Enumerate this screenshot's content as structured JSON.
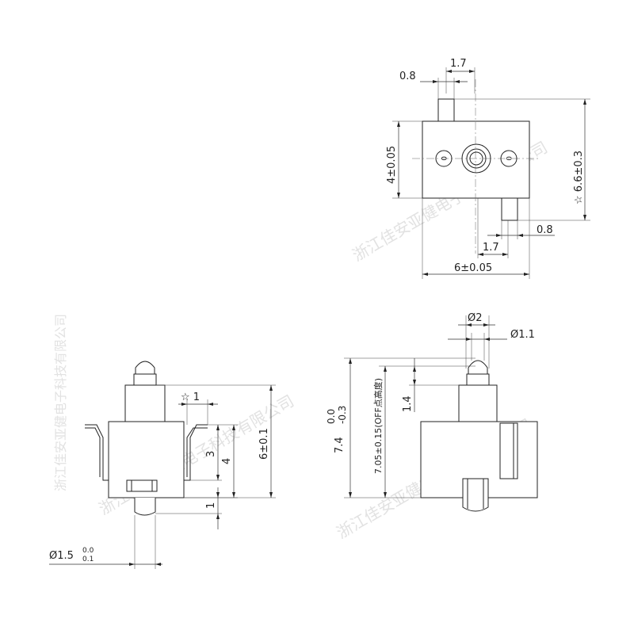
{
  "top_view": {
    "dim_width_top": "1.7",
    "dim_pin_top": "0.8",
    "dim_height_left": "4±0.05",
    "dim_total_right": "☆ 6.6±0.3",
    "dim_pin_bottom": "0.8",
    "dim_offset_bottom": "1.7",
    "dim_width_bottom": "6±0.05",
    "hole_mark_left": "0",
    "hole_mark_right": "0"
  },
  "side_view": {
    "dim_lead_gap": "☆ 1",
    "dim_three": "3",
    "dim_four": "4",
    "dim_six": "6±0.1",
    "dim_one": "1",
    "dim_diameter": "Ø1.5",
    "dim_diameter_tol_upper": "0.0",
    "dim_diameter_tol_lower": "0.1"
  },
  "front_view": {
    "dim_plunger_dia": "Ø2",
    "dim_tip_dia": "Ø1.1",
    "dim_total_height": "7.4",
    "dim_total_tol_upper": "0.0",
    "dim_total_tol_lower": "-0.3",
    "dim_off_height": "7.05±0.15(OFF点高度)",
    "dim_travel": "1.4"
  },
  "watermark": {
    "text": "浙江佳安亚健电子科技有限公司"
  }
}
